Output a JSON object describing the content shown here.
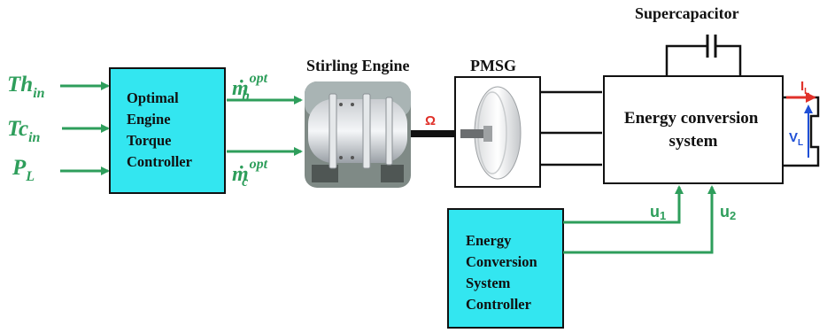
{
  "inputs": {
    "th": {
      "base": "Th",
      "sub": "in"
    },
    "tc": {
      "base": "Tc",
      "sub": "in"
    },
    "pl": {
      "base": "P",
      "sub": "L"
    }
  },
  "controller": {
    "lines": [
      "Optimal",
      "Engine",
      "Torque",
      "Controller"
    ]
  },
  "flows": {
    "mh": {
      "base": "ṁ",
      "sub": "h",
      "sup": "opt"
    },
    "mc": {
      "base": "ṁ",
      "sub": "c",
      "sup": "opt"
    }
  },
  "stirling": {
    "label": "Stirling Engine"
  },
  "shaft": {
    "label": "Ω"
  },
  "pmsg": {
    "label": "PMSG"
  },
  "supercap": {
    "label": "Supercapacitor"
  },
  "converter": {
    "lines": [
      "Energy conversion",
      "system"
    ]
  },
  "ecs_controller": {
    "lines": [
      "Energy",
      "Conversion",
      "System",
      "Controller"
    ]
  },
  "signals": {
    "u1": {
      "base": "u",
      "sub": "1"
    },
    "u2": {
      "base": "u",
      "sub": "2"
    }
  },
  "load": {
    "current": {
      "base": "I",
      "sub": "L"
    },
    "voltage": {
      "base": "V",
      "sub": "L"
    }
  },
  "colors": {
    "block": "#33e6f0",
    "signal": "#2e9e5b",
    "current": "#e0312a",
    "voltage": "#1f4fd6"
  }
}
